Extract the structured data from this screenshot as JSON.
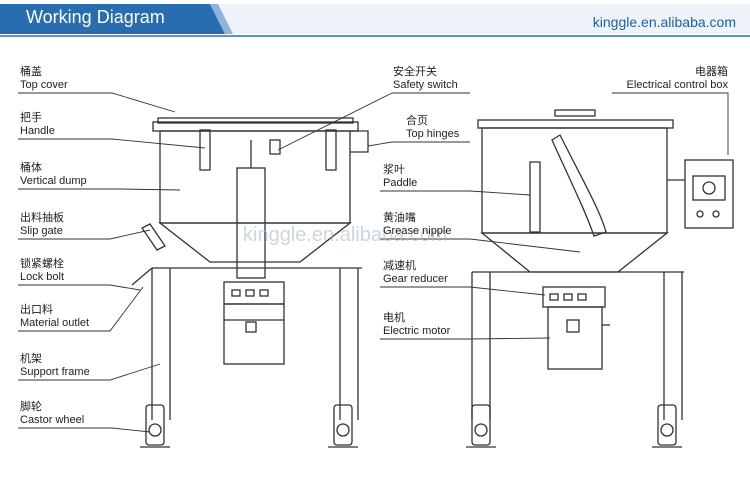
{
  "header": {
    "title": "Working Diagram",
    "site": "kinggle.en.alibaba.com"
  },
  "watermark": "kinggle.en.alibaba.com",
  "labels_left": [
    {
      "zh": "桶盖",
      "en": "Top cover"
    },
    {
      "zh": "把手",
      "en": "Handle"
    },
    {
      "zh": "桶体",
      "en": "Vertical dump"
    },
    {
      "zh": "出料抽板",
      "en": "Slip gate"
    },
    {
      "zh": "锁紧螺栓",
      "en": "Lock bolt"
    },
    {
      "zh": "出口料",
      "en": "Material outlet"
    },
    {
      "zh": "机架",
      "en": "Support frame"
    },
    {
      "zh": "脚轮",
      "en": "Castor wheel"
    }
  ],
  "labels_center": [
    {
      "zh": "安全开关",
      "en": "Safety switch"
    },
    {
      "zh": "合页",
      "en": "Top hinges"
    },
    {
      "zh": "浆叶",
      "en": "Paddle"
    },
    {
      "zh": "黄油嘴",
      "en": "Grease nipple"
    },
    {
      "zh": "减速机",
      "en": "Gear reducer"
    },
    {
      "zh": "电机",
      "en": "Electric motor"
    }
  ],
  "labels_right": [
    {
      "zh": "电器箱",
      "en": "Electrical control box"
    }
  ],
  "colors": {
    "banner_dark": "#1d5d9b",
    "banner_light": "#5b9bd5",
    "line": "#333333"
  }
}
